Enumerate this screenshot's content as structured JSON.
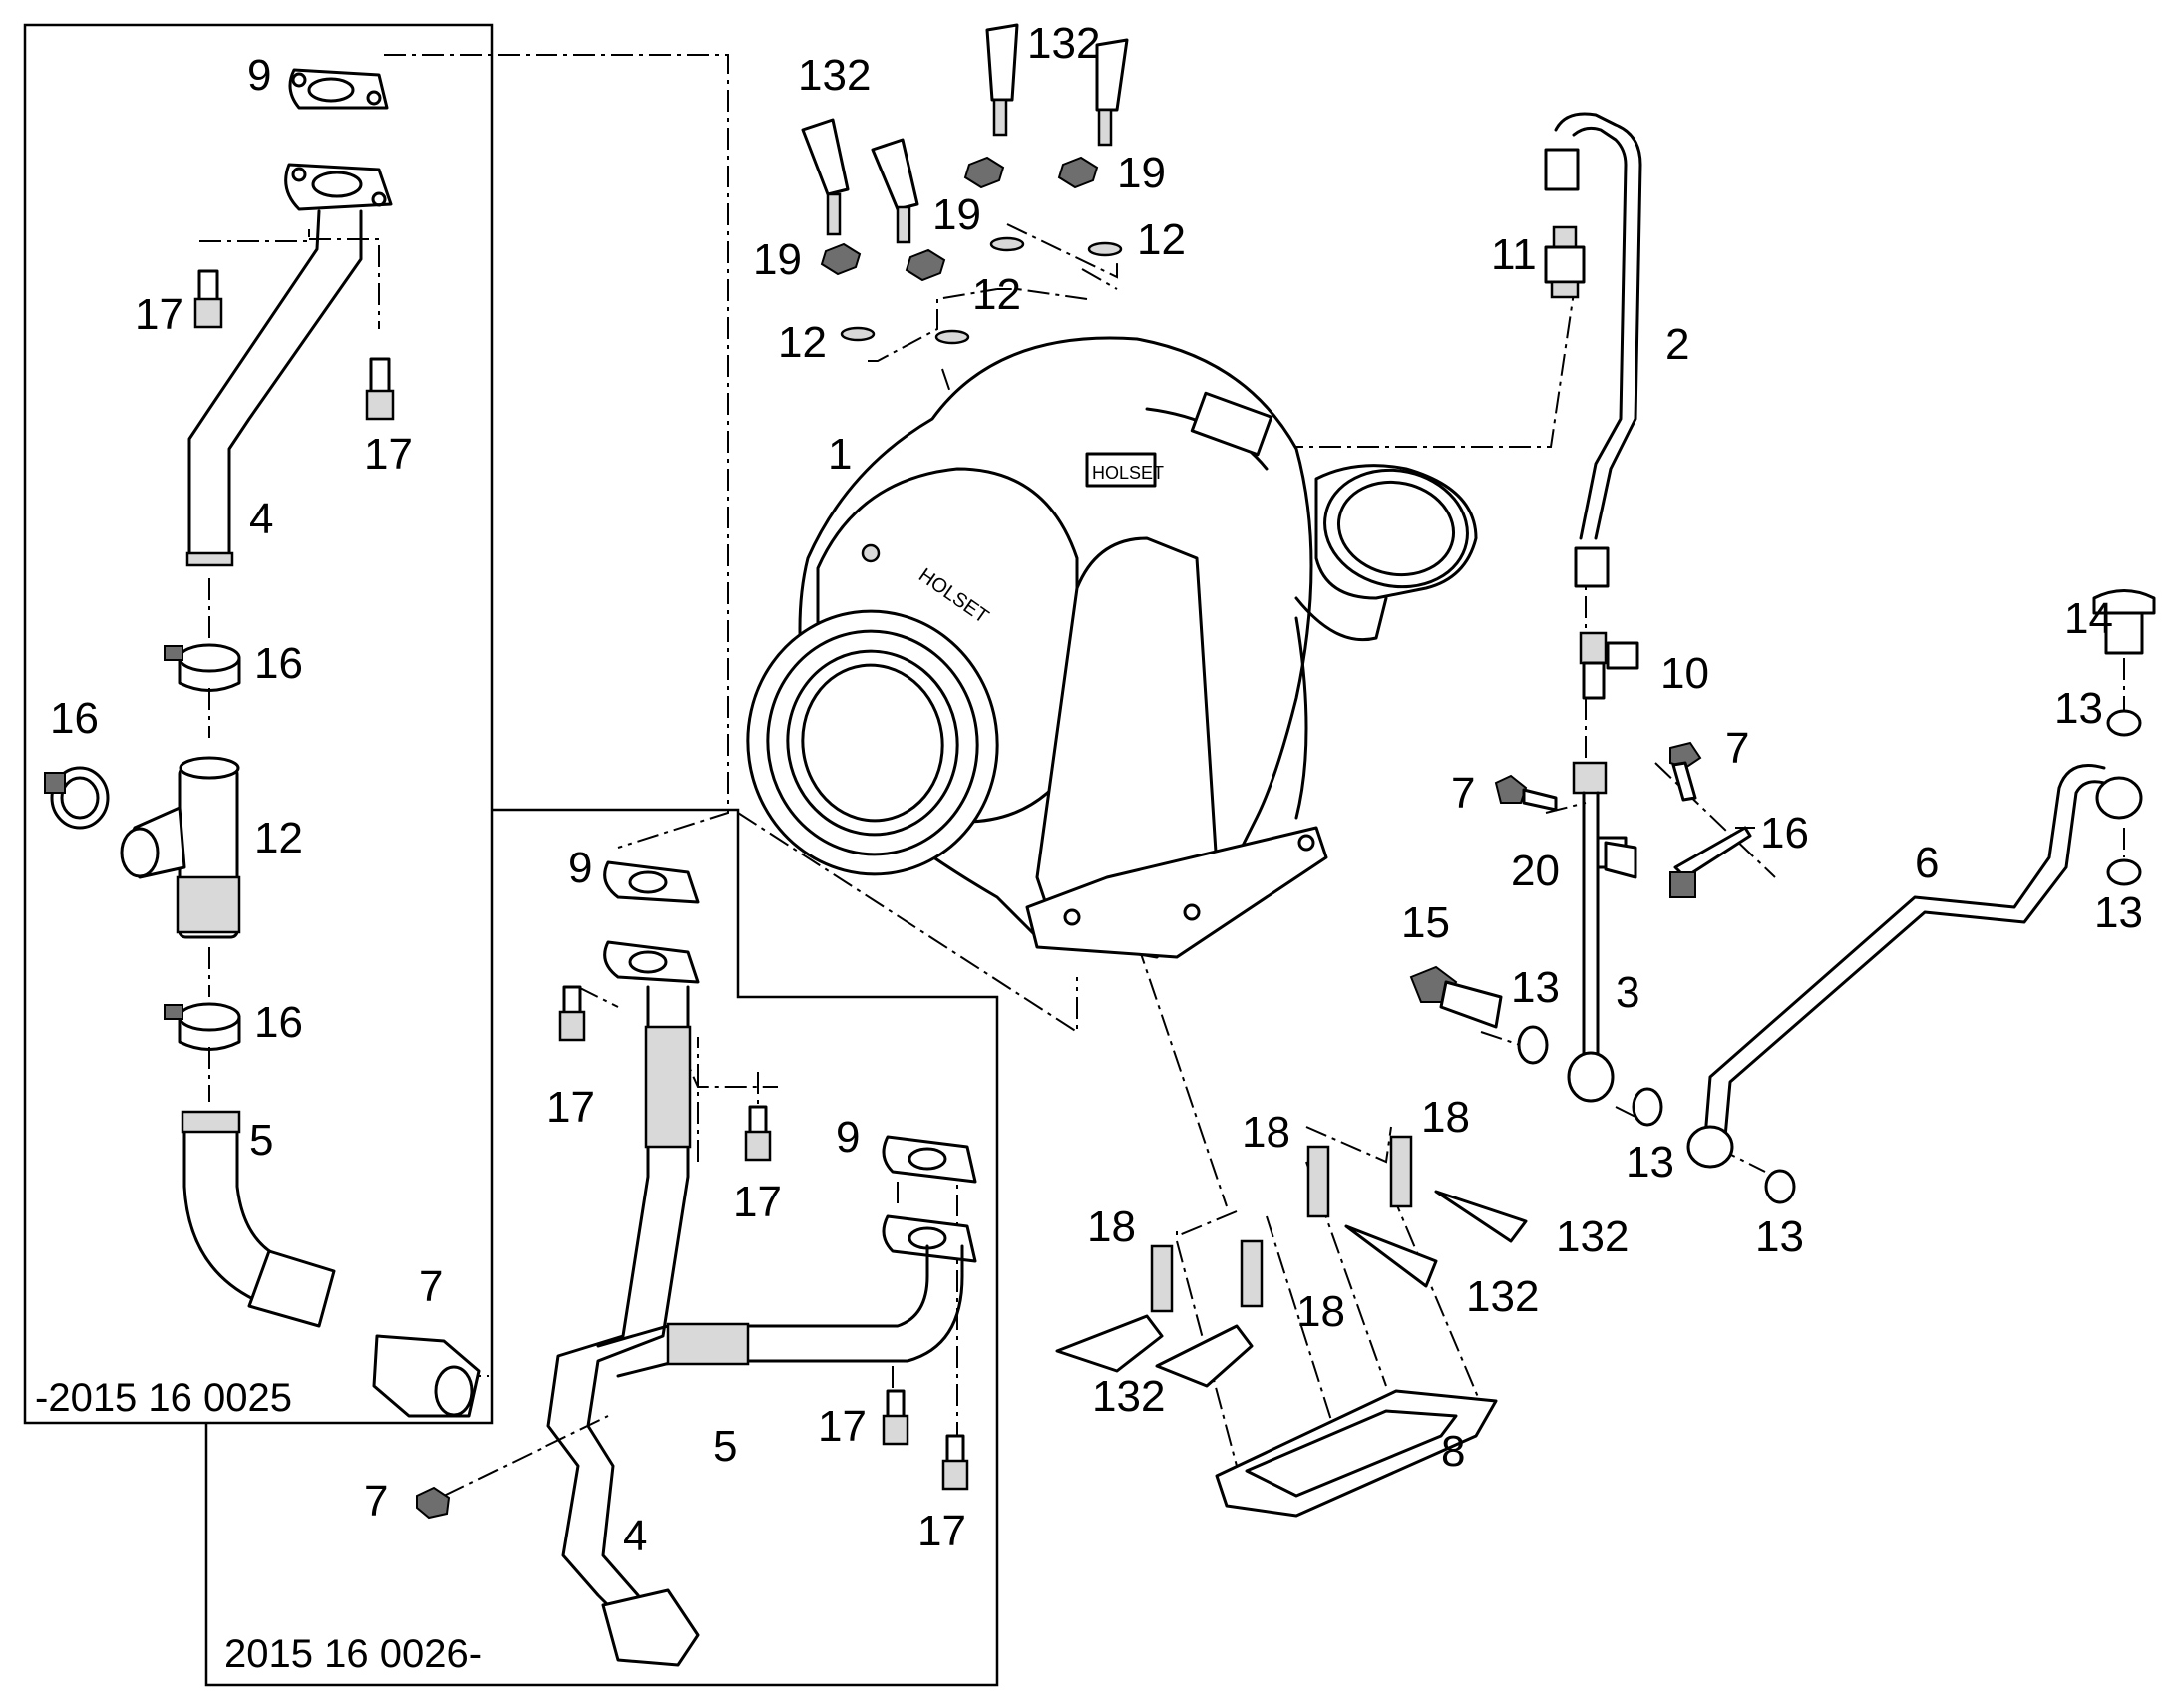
{
  "callouts": {
    "c1": "1",
    "c2": "2",
    "c3": "3",
    "c4a": "4",
    "c4b": "4",
    "c5a": "5",
    "c5b": "5",
    "c6": "6",
    "c7a": "7",
    "c7b": "7",
    "c7c": "7",
    "c7d": "7",
    "c8": "8",
    "c9a": "9",
    "c9b": "9",
    "c9c": "9",
    "c10": "10",
    "c11": "11",
    "c12a": "12",
    "c12b": "12",
    "c12c": "12",
    "c12d": "12",
    "c13a": "13",
    "c13b": "13",
    "c13c": "13",
    "c13d": "13",
    "c13e": "13",
    "c14": "14",
    "c15": "15",
    "c16a": "16",
    "c16b": "16",
    "c16c": "16",
    "c16d": "16",
    "c17a": "17",
    "c17b": "17",
    "c17c": "17",
    "c17d": "17",
    "c17e": "17",
    "c18a": "18",
    "c18b": "18",
    "c18c": "18",
    "c18d": "18",
    "c19a": "19",
    "c19b": "19",
    "c19c": "19",
    "c20": "20",
    "c132a": "132",
    "c132b": "132",
    "c132c": "132",
    "c132d": "132"
  },
  "variant_boxes": {
    "box_left_code": "-2015 16 0025",
    "box_bottom_code": "2015 16 0026-"
  },
  "turbo_branding": {
    "housing_text": "HOLSET",
    "nameplate_text": "HOLSET"
  }
}
